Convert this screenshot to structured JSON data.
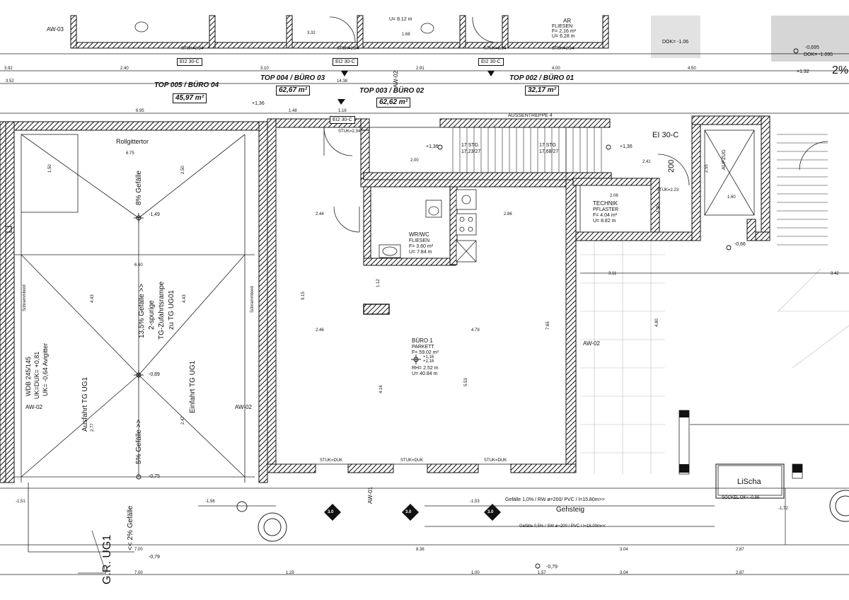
{
  "units": {
    "top005": {
      "name": "TOP 005 / BÜRO 04",
      "area": "45,97 m²"
    },
    "top004": {
      "name": "TOP 004 / BÜRO 03",
      "area": "62,67 m²"
    },
    "top003": {
      "name": "TOP 003 / BÜRO 02",
      "area": "62,62 m²"
    },
    "top002": {
      "name": "TOP 002 / BÜRO 01",
      "area": "32,17 m²"
    }
  },
  "rooms": {
    "buero1": {
      "name": "BÜRO 1",
      "floor": "PARKETT",
      "area": "F= 59.02 m²",
      "height": "RH= 2.52 m",
      "perimeter": "U= 40.84 m"
    },
    "wc": {
      "name": "WR/WC",
      "floor": "FLIESEN",
      "area": "F= 3.60 m²",
      "perimeter": "U= 7.84 m"
    },
    "technik": {
      "name": "TECHNIK",
      "floor": "PFLASTER",
      "area": "F= 4.04 m²",
      "perimeter": "U= 8.82 m"
    },
    "ar": {
      "name": "AR",
      "floor": "FLIESEN",
      "area": "F= 2.16 m²",
      "perimeter": "U= 6.28 m"
    }
  },
  "labels": {
    "rollgittertor": "Rollgittertor",
    "gefaelle8": "8% Gefälle",
    "gefaelle135": "13,5% Gefälle >>",
    "zweispurig": "2-spurige",
    "zufahrtsrampe": "TG-Zufahrtsrampe",
    "zuTg": "zu TG UG01",
    "gefaelle5": "5% Gefälle >>",
    "ausfahrt": "Ausfahrt TG UG1",
    "einfahrt": "Einfahrt TG UG1",
    "schrammbord": "Schrammbord",
    "aussentreppe": "AUSSENTREPPE 4",
    "gehsteig": "Gehsteig",
    "lischa": "LiScha",
    "sockel": "SOCKEL OK= -0.86",
    "gefaelleRw": "Gefälle 1,0% / RW ø=200/ PVC / l=15.80m>>",
    "gefaelleSw": "Gefälle 0,5% / SW ø=200 / PVC / l=16.00m<<",
    "stg1": "17 STG",
    "stg1b": "17,23/27",
    "stg2": "17 STG",
    "stg2b": "17,68/27",
    "ei30a": "EI2 30-C",
    "ei30b": "EI2 30-C",
    "ei30c": "EI2 30-C",
    "ei30d": "EI2 30-C",
    "ei30big": "EI 30-C",
    "aufzug": "AUFZUG",
    "wdb": "WDB 245/145",
    "ukDuk": "UK=DUK= +0,81",
    "ukAvigitter": "UK= -0,64 Avigitter",
    "gefaelle2": "<< 2% Gefälle",
    "grUg1": "G.R. UG1",
    "twoPct": "2%",
    "stukDuk1": "STUK=DUK",
    "stukDuk2": "STUK=DUK",
    "stukDuk3": "STUK=DUK",
    "stukTech": "STUK=2.23",
    "stuk1": "STUK=2.34",
    "stuk2": "STUK=2.34",
    "stuk3": "STUK=2.34",
    "stuk4": "STUK=2.34",
    "stuk5": "STUK=2.34",
    "dok1": "DOK= -1.06",
    "dok2": "DOK= -1.095",
    "marker30": "3.0"
  },
  "levels": {
    "l1": "+1,36",
    "l2": "+1,36",
    "l3": "+1,36",
    "l4": "-1,49",
    "l5": "-0,89",
    "l6": "-0,75",
    "l7": "-0,79",
    "l8": "-0,79",
    "l9": "-0,66",
    "l10": "+1,32",
    "l11": "-0,695",
    "l12": "+1,16",
    "l13": "+1,18",
    "l14": "-1,53",
    "l15": "-1,51",
    "l16": "-1,56",
    "l17": "-1,72"
  },
  "walls": {
    "aw02a": "AW-02",
    "aw02b": "AW-02",
    "aw02c": "AW-02",
    "aw03": "AW-03",
    "aw01": "AW-01",
    "aw02d": "AW-02"
  },
  "dims": {
    "d_392": "3.92",
    "d_240": "2.40",
    "d_310": "3.10",
    "d_332": "3.32",
    "d_291": "2.91",
    "d_400": "4.00",
    "d_450": "4.50",
    "d_352": "3.52",
    "d_695": "6.95",
    "d_148": "1.48",
    "d_116": "1.16",
    "d_675": "6.75",
    "d_200a": "2.00",
    "d_244": "2.44",
    "d_286": "2.86",
    "d_208": "2.08",
    "d_160": "1.60",
    "d_915": "9.15",
    "d_246": "2.46",
    "d_479": "4.79",
    "d_765": "7.65",
    "d_553": "5.53",
    "d_416": "4.16",
    "d_443a": "4.43",
    "d_443b": "4.43",
    "d_660": "6.60",
    "d_277": "2.77",
    "d_247": "2.47",
    "d_311": "3.11",
    "d_342": "3.42",
    "d_480": "4.80",
    "d_700a": "7.00",
    "d_700b": "7.00",
    "d_836": "8.36",
    "d_304a": "3.04",
    "d_304b": "3.04",
    "d_287a": "2.87",
    "d_287b": "2.87",
    "d_129": "1.29",
    "d_100": "1.00",
    "d_157": "1.57",
    "d_112": "1.12",
    "d_241": "2.41",
    "d_255": "2.55",
    "d_130": "1.30",
    "d_150": "1.50",
    "d_168": "1.68",
    "d_250": "2.50",
    "d_200c": "200",
    "d_812": "U= 8.12 m",
    "d_1438": "14.38"
  }
}
